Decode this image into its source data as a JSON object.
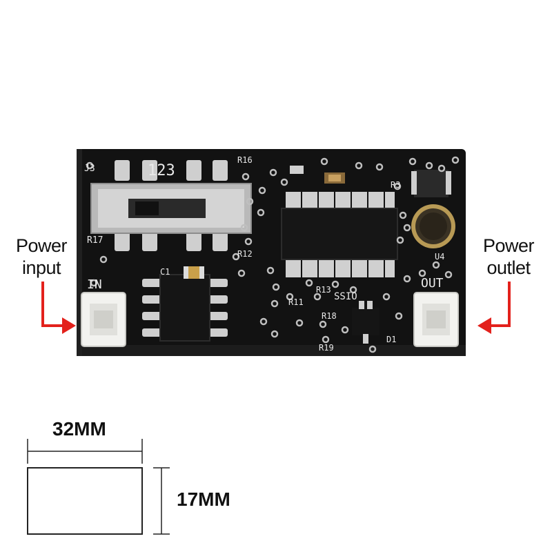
{
  "labels": {
    "power_input": [
      "Power",
      "input"
    ],
    "power_outlet": [
      "Power",
      "outlet"
    ]
  },
  "dimensions": {
    "width": "32MM",
    "height": "17MM"
  },
  "board_silkscreen": {
    "switch_positions": "123",
    "designators": [
      "J3",
      "R16",
      "R17",
      "C1",
      "R12",
      "R11",
      "R13",
      "R18",
      "R19",
      "R3",
      "U4",
      "SSIO",
      "D1"
    ],
    "in_marking": "IN",
    "out_marking": "OUT"
  },
  "colors": {
    "pcb": "#121212",
    "arrow": "#e3211c",
    "connector": "#f2f2ef",
    "pad": "#cfcfcf"
  },
  "icons": [
    "left-arrow-icon",
    "right-arrow-icon"
  ]
}
